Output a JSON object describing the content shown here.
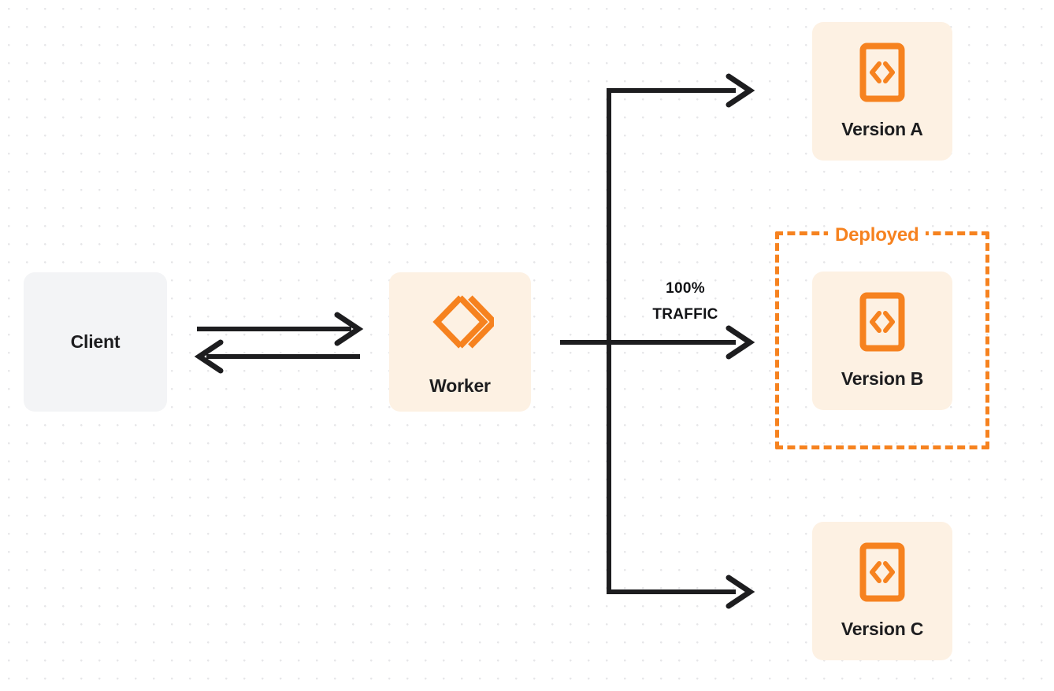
{
  "diagram": {
    "title": "Worker version traffic routing",
    "background": "#ffffff",
    "dot_grid_color": "#e6e6e8"
  },
  "colors": {
    "accent_orange": "#f6821f",
    "card_cream": "#fdf1e3",
    "client_gray": "#f3f4f6",
    "line_dark": "#1d1d1f",
    "text_dark": "#1d1d1f"
  },
  "nodes": {
    "client": {
      "label": "Client",
      "icon": "none"
    },
    "worker": {
      "label": "Worker",
      "icon": "cloudflare-workers-logo"
    },
    "versions": [
      {
        "id": "a",
        "label": "Version A",
        "icon": "code-document-icon"
      },
      {
        "id": "b",
        "label": "Version B",
        "icon": "code-document-icon"
      },
      {
        "id": "c",
        "label": "Version C",
        "icon": "code-document-icon"
      }
    ]
  },
  "annotations": {
    "deployed_label": "Deployed",
    "traffic_percent": "100%",
    "traffic_word": "TRAFFIC"
  },
  "connectors": [
    {
      "name": "client-to-worker",
      "direction": "right",
      "style": "solid"
    },
    {
      "name": "worker-to-client",
      "direction": "left",
      "style": "solid"
    },
    {
      "name": "worker-to-version-a",
      "direction": "right",
      "style": "solid-elbow"
    },
    {
      "name": "worker-to-version-b",
      "direction": "right",
      "style": "solid"
    },
    {
      "name": "worker-to-version-c",
      "direction": "right",
      "style": "solid-elbow"
    }
  ]
}
